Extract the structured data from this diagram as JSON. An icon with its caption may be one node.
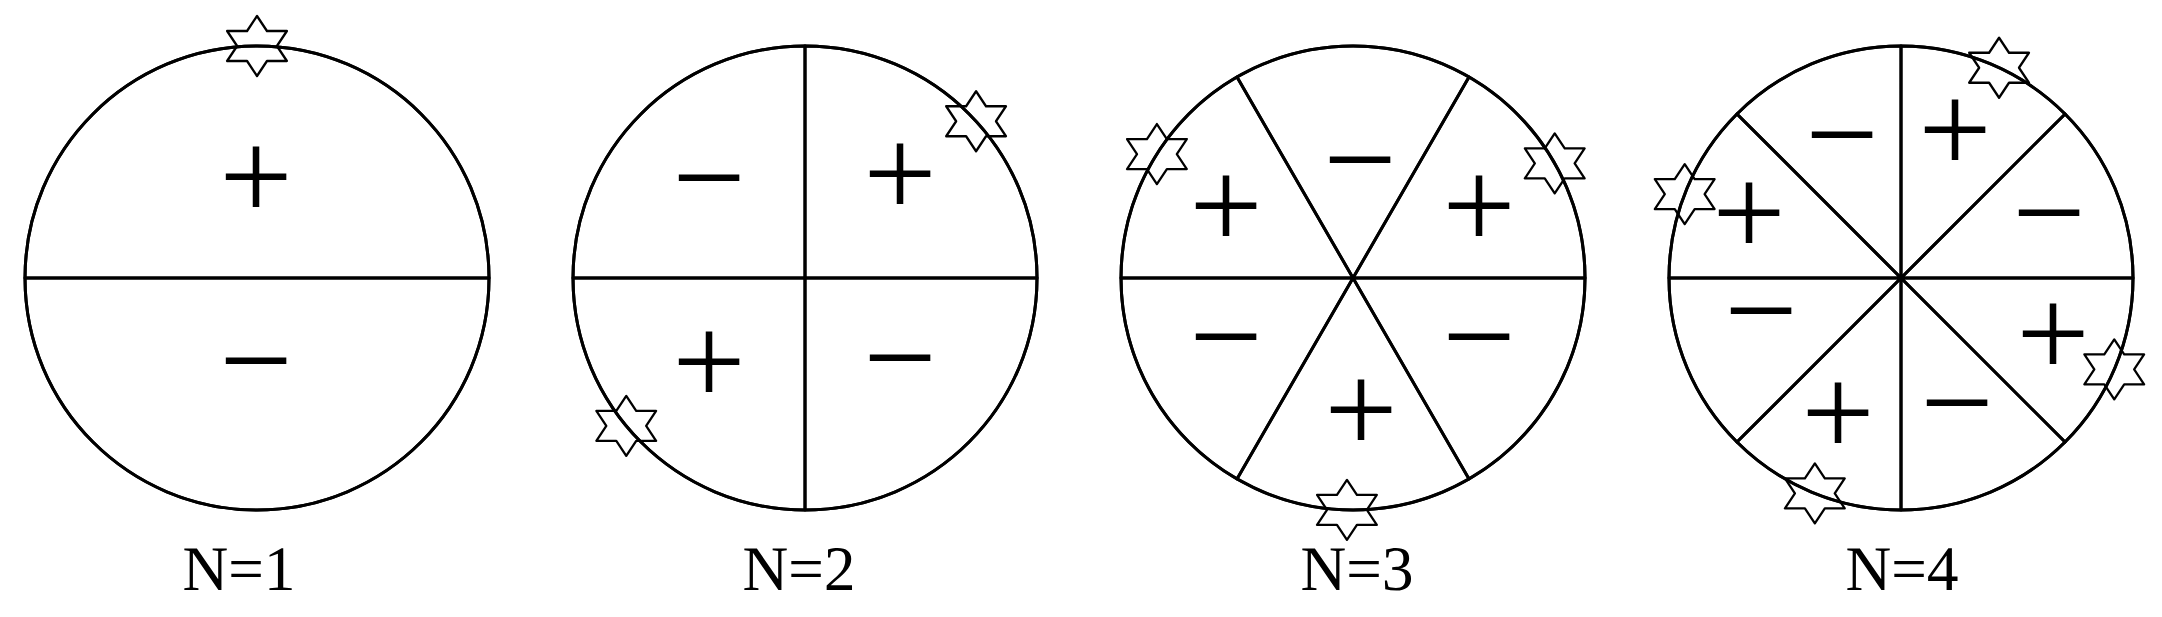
{
  "diagram": {
    "nodes": [
      {
        "text": [],
        "shape": "circle",
        "beside": [
          "N=1"
        ]
      },
      {
        "text": [
          "+"
        ],
        "in": 0
      },
      {
        "text": [
          "−"
        ],
        "in": 0
      },
      {
        "text": [],
        "shape": "circle",
        "beside": [
          "N=2"
        ]
      },
      {
        "text": [
          "−"
        ],
        "in": 3
      },
      {
        "text": [
          "+"
        ],
        "in": 3
      },
      {
        "text": [
          "+"
        ],
        "in": 3
      },
      {
        "text": [
          "−"
        ],
        "in": 3
      },
      {
        "text": [],
        "shape": "circle",
        "beside": [
          "N=3"
        ]
      },
      {
        "text": [
          "−"
        ],
        "in": 8
      },
      {
        "text": [
          "+"
        ],
        "in": 8
      },
      {
        "text": [
          "+"
        ],
        "in": 8
      },
      {
        "text": [
          "−"
        ],
        "in": 8
      },
      {
        "text": [
          "−"
        ],
        "in": 8
      },
      {
        "text": [
          "+"
        ],
        "in": 8
      },
      {
        "text": [],
        "shape": "circle",
        "beside": [
          "N=4"
        ]
      },
      {
        "text": [
          "−"
        ],
        "in": 15
      },
      {
        "text": [
          "+"
        ],
        "in": 15
      },
      {
        "text": [
          "+"
        ],
        "in": 15
      },
      {
        "text": [
          "−"
        ],
        "in": 15
      },
      {
        "text": [
          "−"
        ],
        "in": 15
      },
      {
        "text": [
          "+"
        ],
        "in": 15
      },
      {
        "text": [
          "+"
        ],
        "in": 15
      },
      {
        "text": [
          "−"
        ],
        "in": 15
      }
    ]
  }
}
